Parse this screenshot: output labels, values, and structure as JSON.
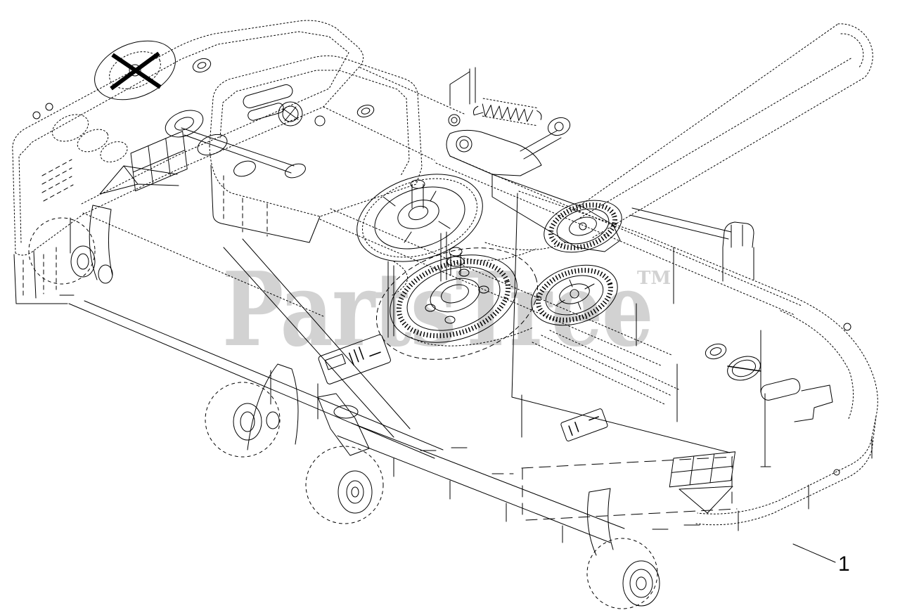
{
  "watermark": {
    "text": "PartsTree",
    "tm": "TM",
    "color": "#d2d2d2"
  },
  "callout": {
    "label": "1"
  },
  "colors": {
    "background": "#ffffff",
    "line": "#000000",
    "watermark": "#d2d2d2"
  }
}
